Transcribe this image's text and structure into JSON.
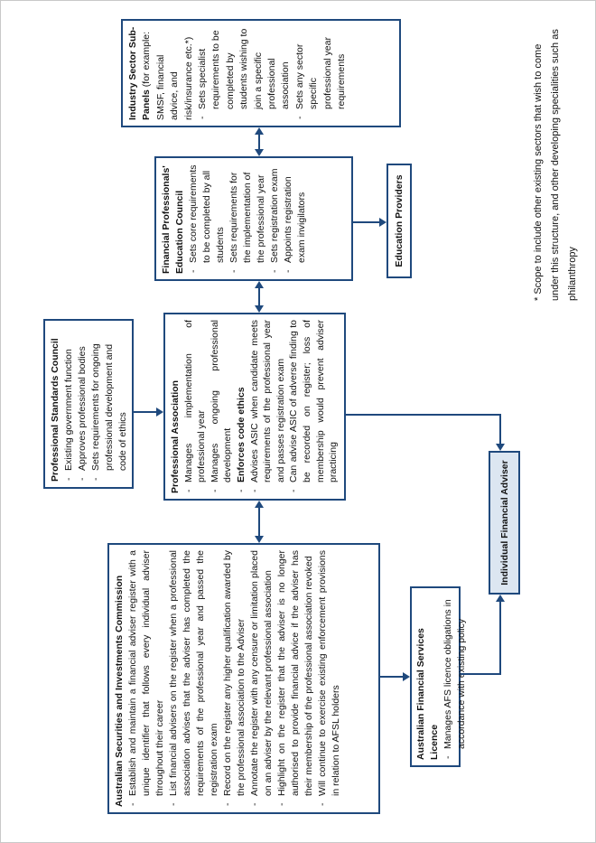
{
  "colors": {
    "line": "#1f497d",
    "ifa_fill": "#dce6f1"
  },
  "psc": {
    "heading": "Professional Standards Council",
    "bullets": [
      "Existing government function",
      "Approves professional bodies",
      "Sets requirements for ongoing professional development and code of ethics"
    ]
  },
  "industry": {
    "heading_bold": "Industry Sector Sub-Panels",
    "heading_rest": " (for example: SMSF, financial advice, and risk/insurance etc.*)",
    "bullets": [
      "Sets specialist requirements to be completed by students wishing to join a specific professional association",
      "Sets any sector specific professional year requirements"
    ]
  },
  "fpec": {
    "heading": "Financial Professionals' Education Council",
    "bullets": [
      "Sets core requirements to be completed by all students",
      "Sets requirements for the implementation of the professional year",
      "Sets registration exam",
      "Appoints registration exam invigilators"
    ]
  },
  "education_providers": {
    "label": "Education Providers"
  },
  "pa": {
    "heading": "Professional Association",
    "bullets": [
      "Manages implementation of professional year",
      "Manages ongoing professional development",
      "Enforces code ethics",
      "Advises ASIC when candidate meets requirements of the professional year and passes registration exam",
      "Can advise ASIC of adverse finding to be recorded on register; loss of membership would prevent adviser practicing"
    ]
  },
  "asic": {
    "heading": "Australian Securities and Investments Commission",
    "bullets": [
      "Establish and maintain a financial adviser register with a unique identifier that follows every individual adviser throughout their career",
      "List financial advisers on the register when a professional association advises that the adviser has completed the requirements of the professional year and passed the registration exam",
      "Record on the register any higher qualification awarded by the professional association to the Adviser",
      "Annotate the register with any censure or limitation placed on an adviser by the relevant professional association",
      "Highlight on the register that the adviser is no longer authorised to provide financial advice if the adviser has their membership of the professional association revoked",
      "Will continue to exercise existing enforcement provisions in relation to AFSL holders"
    ]
  },
  "afs": {
    "heading": "Australian Financial Services Licence",
    "bullets": [
      "Manages AFS licence obligations in accordance with existing policy"
    ]
  },
  "ifa": {
    "label": "Individual Financial Adviser"
  },
  "footnote": "* Scope to include other existing sectors that wish to come under this structure, and other developing specialities such as philanthropy"
}
